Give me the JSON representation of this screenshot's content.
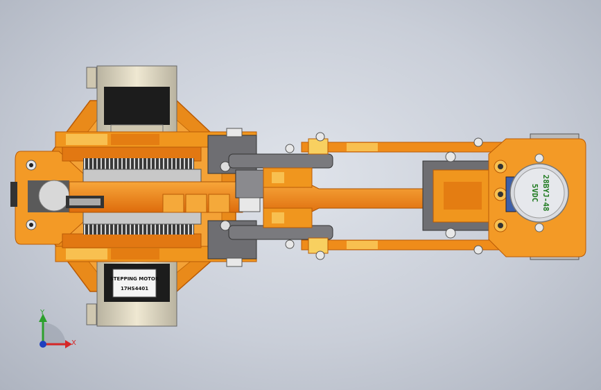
{
  "colors": {
    "background": "#c9ced8",
    "orange_dark": "#e07010",
    "orange": "#f0961e",
    "orange_light": "#f7b84a",
    "yellow": "#f8d060",
    "motor_body": "#e8e0c8",
    "motor_black": "#1c1c1c",
    "gray_link": "#6e6e72",
    "triad_y": "#2ca02c",
    "triad_x": "#d62728",
    "triad_z": "#1f3fbf"
  },
  "motor_bottom": {
    "label_line1": "STEPPING MOTOR",
    "label_line2": "17HS4401"
  },
  "motor_right": {
    "label_line1": "28BYJ-48",
    "label_line2": "5VDC"
  },
  "triad": {
    "x_label": "X",
    "y_label": "Y"
  }
}
